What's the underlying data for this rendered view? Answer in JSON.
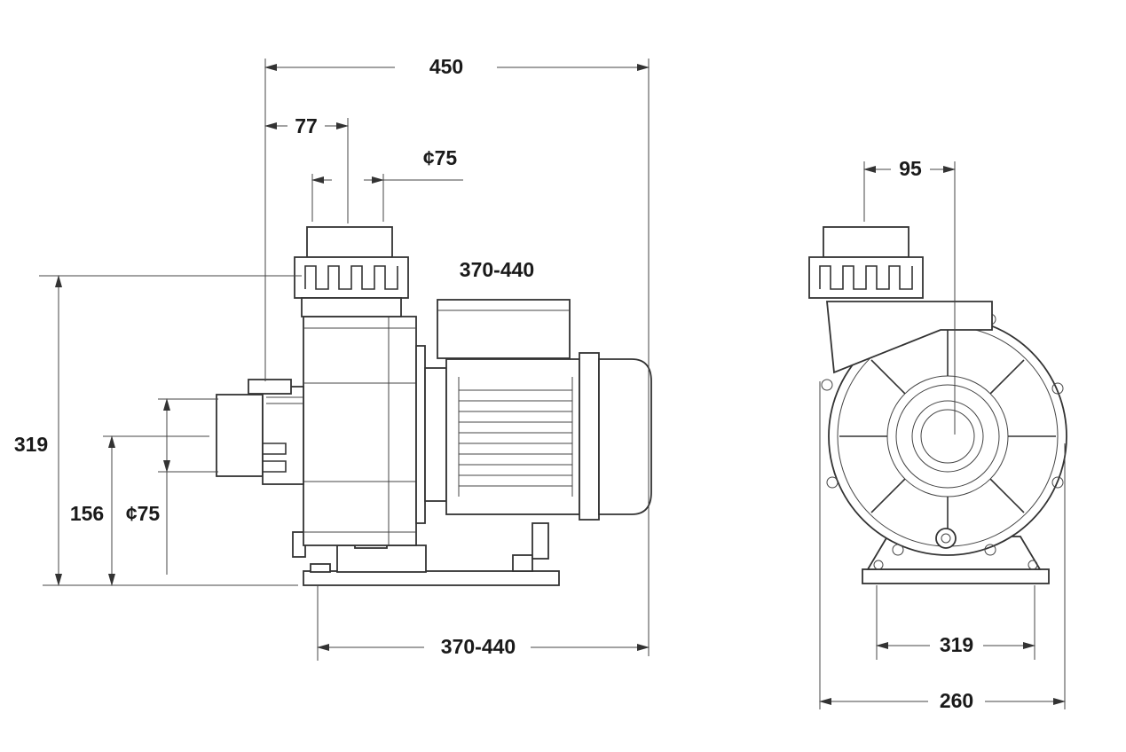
{
  "side_view": {
    "dim_overall_length": "450",
    "dim_inlet_offset": "77",
    "dim_top_port": "¢75",
    "dim_motor_range": "370-440",
    "dim_total_height": "319",
    "dim_inlet_height": "156",
    "dim_inlet_port": "¢75",
    "dim_base_length": "370-440"
  },
  "front_view": {
    "dim_outlet_offset": "95",
    "dim_base_bolt_spacing": "319",
    "dim_overall_width": "260"
  },
  "colors": {
    "line": "#333333",
    "background": "#ffffff"
  }
}
